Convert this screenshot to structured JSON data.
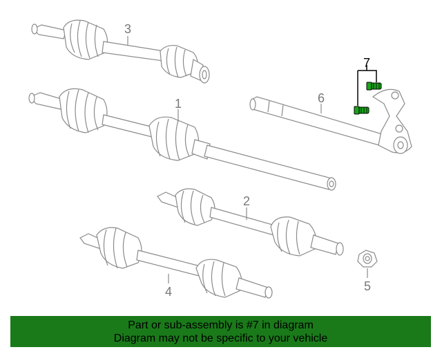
{
  "diagram": {
    "callouts": [
      "1",
      "2",
      "3",
      "4",
      "5",
      "6",
      "7"
    ],
    "highlight_color": "#1aa31a"
  },
  "banner": {
    "line1": "Part or sub-assembly is #7 in diagram",
    "line2": "Diagram may not be specific to your vehicle",
    "background": "#1a7a1a"
  }
}
